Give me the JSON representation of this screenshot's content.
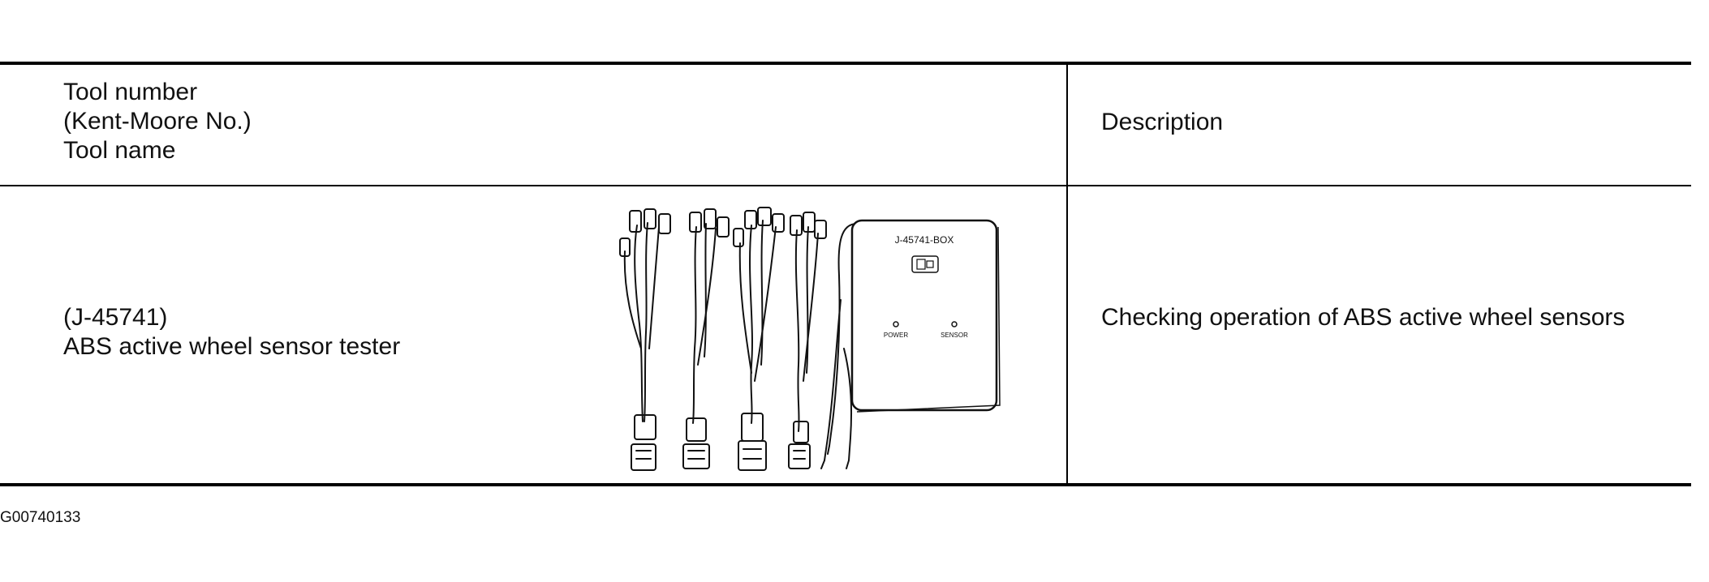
{
  "table": {
    "header": {
      "tool_col": [
        "Tool number",
        "(Kent-Moore No.)",
        "Tool name"
      ],
      "desc_col": "Description"
    },
    "rows": [
      {
        "tool_number": "(J-45741)",
        "tool_name": "ABS active wheel sensor tester",
        "description": "Checking operation of ABS active wheel sensors",
        "illustration": {
          "box_label": "J-45741-BOX",
          "indicator_left": "POWER",
          "indicator_right": "SENSOR"
        }
      }
    ]
  },
  "footer": {
    "figure_code": "G00740133"
  }
}
